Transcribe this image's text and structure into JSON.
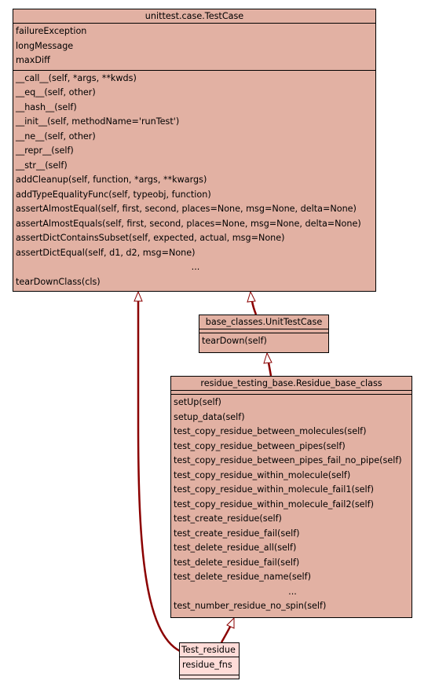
{
  "classes": {
    "testcase": {
      "title": "unittest.case.TestCase",
      "attributes": [
        "failureException",
        "longMessage",
        "maxDiff"
      ],
      "methods": [
        "__call__(self, *args, **kwds)",
        "__eq__(self, other)",
        "__hash__(self)",
        "__init__(self, methodName='runTest')",
        "__ne__(self, other)",
        "__repr__(self)",
        "__str__(self)",
        "addCleanup(self, function, *args, **kwargs)",
        "addTypeEqualityFunc(self, typeobj, function)",
        "assertAlmostEqual(self, first, second, places=None, msg=None, delta=None)",
        "assertAlmostEquals(self, first, second, places=None, msg=None, delta=None)",
        "assertDictContainsSubset(self, expected, actual, msg=None)",
        "assertDictEqual(self, d1, d2, msg=None)",
        "...",
        "tearDownClass(cls)"
      ]
    },
    "unittestcase": {
      "title": "base_classes.UnitTestCase",
      "methods": [
        "tearDown(self)"
      ]
    },
    "residue_base": {
      "title": "residue_testing_base.Residue_base_class",
      "methods": [
        "setUp(self)",
        "setup_data(self)",
        "test_copy_residue_between_molecules(self)",
        "test_copy_residue_between_pipes(self)",
        "test_copy_residue_between_pipes_fail_no_pipe(self)",
        "test_copy_residue_within_molecule(self)",
        "test_copy_residue_within_molecule_fail1(self)",
        "test_copy_residue_within_molecule_fail2(self)",
        "test_create_residue(self)",
        "test_create_residue_fail(self)",
        "test_delete_residue_all(self)",
        "test_delete_residue_fail(self)",
        "test_delete_residue_name(self)",
        "...",
        "test_number_residue_no_spin(self)"
      ]
    },
    "test_residue": {
      "title": "Test_residue",
      "attributes": [
        "residue_fns"
      ]
    }
  },
  "colors": {
    "class_fill": "#e2b1a3",
    "leaf_fill": "#ffdcd8",
    "edge": "#8b0000"
  }
}
